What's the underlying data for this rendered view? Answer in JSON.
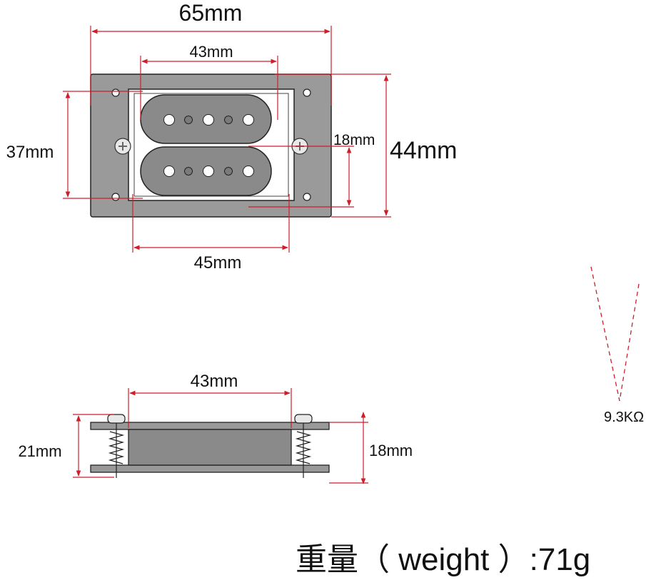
{
  "colors": {
    "dimension_line": "#cc1f2a",
    "plate": "#9a9a9a",
    "plate_stroke": "#222222",
    "coil": "#8a8a8a",
    "bobbin": "#999999",
    "pole_light": "#ffffff",
    "pole_dark": "#7a7a7a",
    "text": "#111111"
  },
  "top_view": {
    "width_label": "65mm",
    "height_label": "44mm",
    "inner_height_label": "37mm",
    "coil_width_label": "43mm",
    "opening_width_label": "45mm",
    "coil_spacing_label": "18mm"
  },
  "side_view": {
    "coil_width_label": "43mm",
    "height_label": "21mm",
    "plate_spacing_label": "18mm"
  },
  "resistance_label": "9.3KΩ",
  "weight_label": "重量（ weight ）:71g"
}
